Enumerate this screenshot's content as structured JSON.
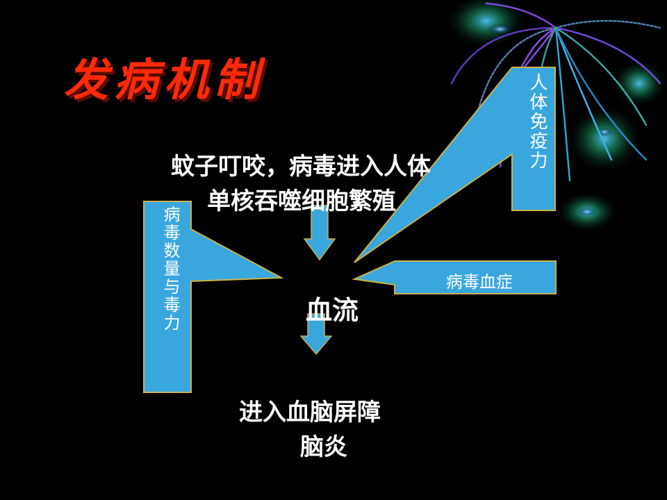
{
  "title": "发病机制",
  "nodes": {
    "step1_line1": "蚊子叮咬，病毒进入人体",
    "step1_line2": "单核吞噬细胞繁殖",
    "blood": "血流",
    "step3_line1": "进入血脑屏障",
    "step3_line2": "脑炎"
  },
  "callouts": {
    "left": "病毒数量与毒力",
    "top_right": "人体免疫力",
    "right": "病毒血症"
  },
  "colors": {
    "title": "#ff2a0a",
    "callout_fill": "#3aa6de",
    "callout_stroke": "#c9b24a",
    "arrow_fill": "#3aa6de",
    "text": "#ffffff",
    "background": "#000000"
  }
}
